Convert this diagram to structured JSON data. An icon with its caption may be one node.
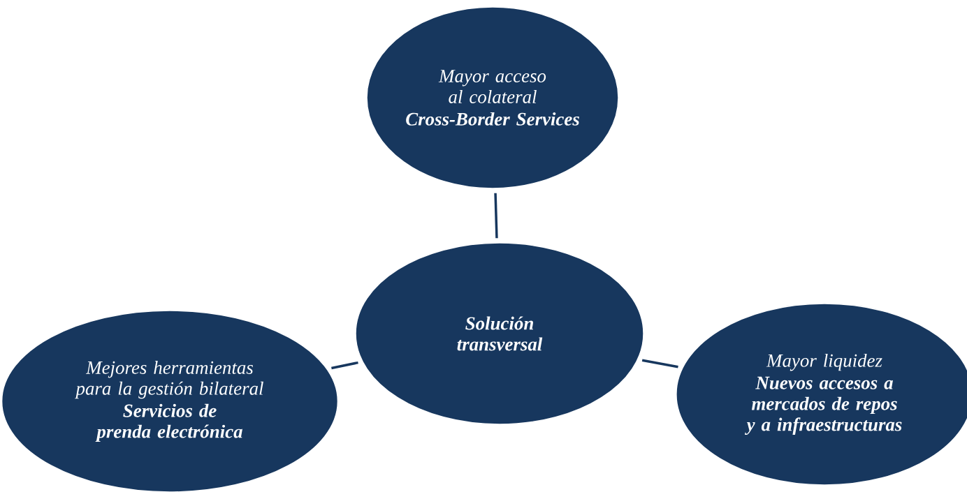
{
  "diagram": {
    "nodes": [
      {
        "text": [
          "Mayor acceso al colateral",
          "Cross-Border Services"
        ]
      },
      {
        "text": [
          "Solución transversal"
        ]
      },
      {
        "text": [
          "Mejores herramientas para la gestión bilateral",
          "Servicios de prenda electrónica"
        ]
      },
      {
        "text": [
          "Mayor liquidez",
          "Nuevos accesos a mercados de repos y a infraestructuras"
        ]
      }
    ],
    "edges": [
      {
        "from": 1,
        "to": 0,
        "arrow": "none"
      },
      {
        "from": 1,
        "to": 2,
        "arrow": "none"
      },
      {
        "from": 1,
        "to": 3,
        "arrow": "none"
      }
    ]
  }
}
